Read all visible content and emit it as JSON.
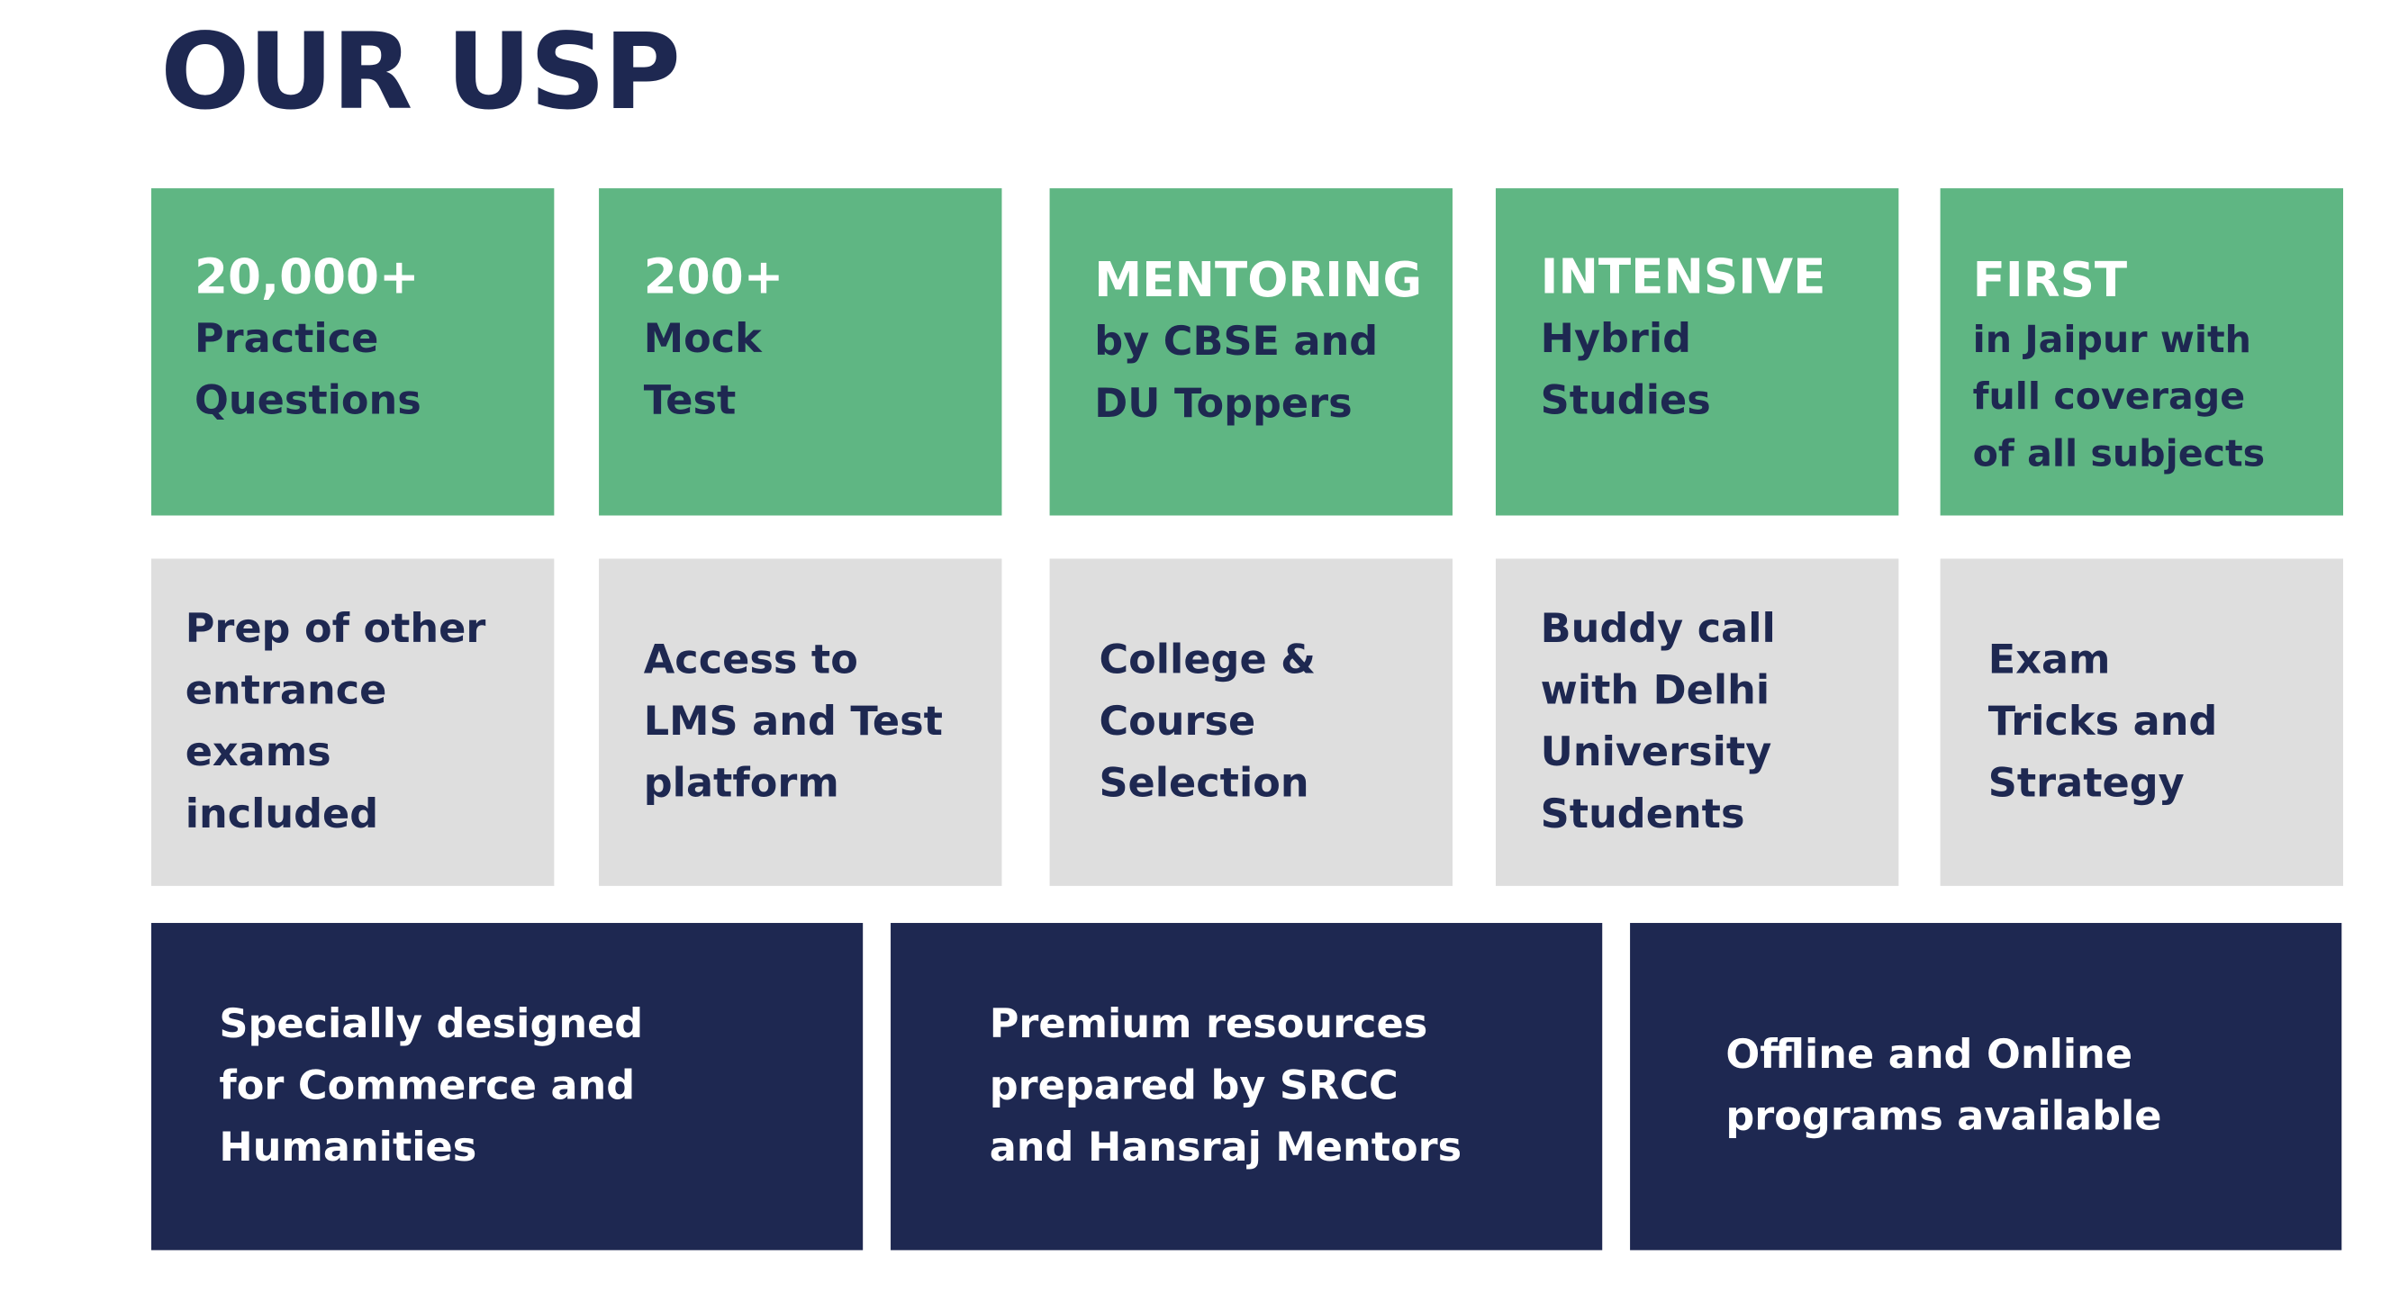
{
  "title": "OUR USP",
  "colors": {
    "green": "#5fb683",
    "grey": "#dedede",
    "navy": "#1e2851"
  },
  "top_row": [
    {
      "headline": "20,000+",
      "text": "Practice\nQuestions"
    },
    {
      "headline": "200+",
      "text": "Mock\nTest"
    },
    {
      "headline": "MENTORING",
      "text": "by CBSE and\nDU Toppers"
    },
    {
      "headline": "INTENSIVE",
      "text": "Hybrid\nStudies"
    },
    {
      "headline": "FIRST",
      "text": "in Jaipur with\nfull coverage\nof all subjects"
    }
  ],
  "middle_row": [
    "Prep of other\nentrance\nexams\nincluded",
    "Access to\nLMS and Test\nplatform",
    "College &\nCourse\nSelection",
    "Buddy call\nwith Delhi\nUniversity\nStudents",
    "Exam\nTricks and\nStrategy"
  ],
  "bottom_row": [
    "Specially designed\nfor Commerce and\nHumanities",
    "Premium resources\nprepared by SRCC\nand Hansraj Mentors",
    "Offline and Online\nprograms available"
  ]
}
